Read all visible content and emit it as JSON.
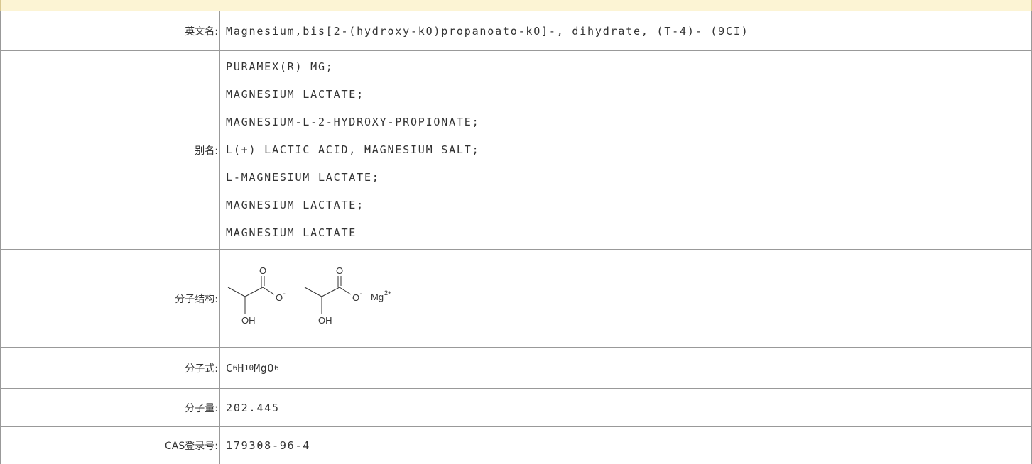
{
  "colors": {
    "header_band": "#fcf4d4",
    "header_band_border": "#d8c78f",
    "grid_border": "#999999",
    "text": "#333333"
  },
  "english_name": {
    "label": "英文名:",
    "value": "Magnesium,bis[2-(hydroxy-kO)propanoato-kO]-, dihydrate, (T-4)- (9CI)"
  },
  "synonyms": {
    "label": "别名:",
    "items": [
      "PURAMEX(R) MG;",
      "MAGNESIUM LACTATE;",
      "MAGNESIUM-L-2-HYDROXY-PROPIONATE;",
      "L(+) LACTIC ACID, MAGNESIUM SALT;",
      "L-MAGNESIUM LACTATE;",
      "MAGNESIUM LACTATE;",
      "MAGNESIUM LACTATE"
    ]
  },
  "structure": {
    "label": "分子结构:",
    "atoms": {
      "carbonyl_o_1": "O",
      "carboxylate_o_1": "O",
      "charge_1": "-",
      "hydroxyl_1": "OH",
      "carbonyl_o_2": "O",
      "carboxylate_o_2": "O",
      "charge_2": "-",
      "hydroxyl_2": "OH",
      "metal": "Mg",
      "metal_charge": "2+"
    }
  },
  "formula": {
    "label": "分子式:",
    "parts": [
      "C",
      "6",
      "H",
      "10",
      "MgO",
      "6"
    ]
  },
  "molecular_weight": {
    "label": "分子量:",
    "value": "202.445"
  },
  "cas_number": {
    "label": "CAS登录号:",
    "value": "179308-96-4"
  }
}
